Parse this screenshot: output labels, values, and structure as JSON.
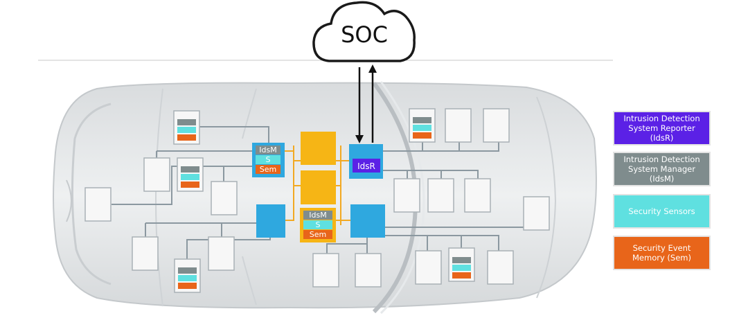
{
  "cloud": {
    "label": "SOC"
  },
  "core": {
    "idsr_label": "IdsR",
    "idsm_label": "IdsM",
    "sensor_label": "S",
    "sem_label": "Sem"
  },
  "legend": {
    "idsr": "Intrusion Detection System Reporter (IdsR)",
    "idsm": "Intrusion Detection System Manager (IdsM)",
    "sensors": "Security Sensors",
    "sem": "Security Event Memory (Sem)"
  },
  "colors": {
    "idsr": "#5b21e6",
    "idsm": "#7f8c8d",
    "sensor": "#5fe0e0",
    "sem": "#e8651a",
    "gateway": "#f6b515",
    "domain": "#2fa8df",
    "line_gray": "#8b98a0",
    "line_orange": "#f2a922"
  }
}
